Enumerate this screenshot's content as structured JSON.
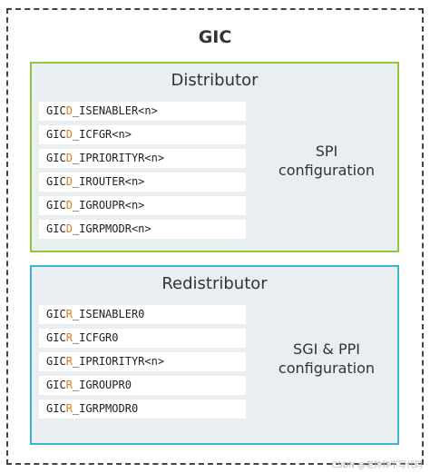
{
  "gic": {
    "title": "GIC"
  },
  "distributor": {
    "title": "Distributor",
    "registers": [
      {
        "prefix": "GIC",
        "accent": "D",
        "suffix": "_ISENABLER<n>"
      },
      {
        "prefix": "GIC",
        "accent": "D",
        "suffix": "_ICFGR<n>"
      },
      {
        "prefix": "GIC",
        "accent": "D",
        "suffix": "_IPRIORITYR<n>"
      },
      {
        "prefix": "GIC",
        "accent": "D",
        "suffix": "_IROUTER<n>"
      },
      {
        "prefix": "GIC",
        "accent": "D",
        "suffix": "_IGROUPR<n>"
      },
      {
        "prefix": "GIC",
        "accent": "D",
        "suffix": "_IGRPMODR<n>"
      }
    ],
    "config_line1": "SPI",
    "config_line2": "configuration",
    "border_color": "#8fc43c"
  },
  "redistributor": {
    "title": "Redistributor",
    "registers": [
      {
        "prefix": "GIC",
        "accent": "R",
        "suffix": "_ISENABLER0"
      },
      {
        "prefix": "GIC",
        "accent": "R",
        "suffix": "_ICFGR0"
      },
      {
        "prefix": "GIC",
        "accent": "R",
        "suffix": "_IPRIORITYR<n>"
      },
      {
        "prefix": "GIC",
        "accent": "R",
        "suffix": "_IGROUPR0"
      },
      {
        "prefix": "GIC",
        "accent": "R",
        "suffix": "_IGRPMODR0"
      }
    ],
    "config_line1": "SGI & PPI",
    "config_line2": "configuration",
    "border_color": "#3fb0d6"
  },
  "colors": {
    "accent": "#e07a1f",
    "block_fill": "#e9eef0"
  },
  "watermark": "CSDN @老帅帅不写代码"
}
